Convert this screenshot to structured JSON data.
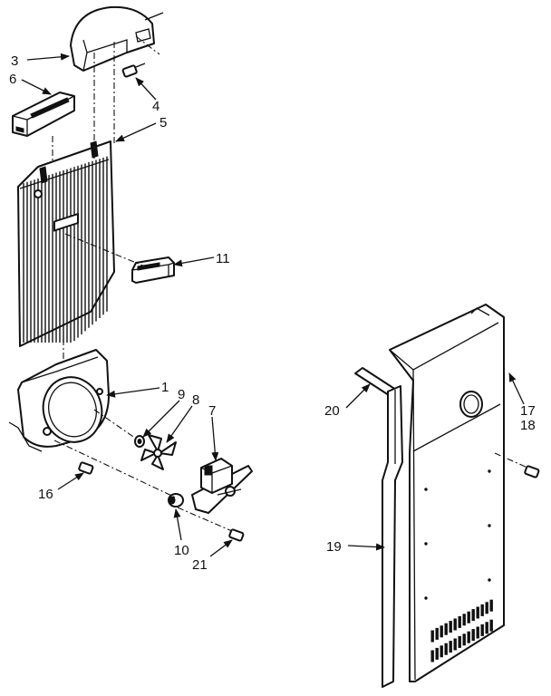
{
  "diagram": {
    "callouts": [
      {
        "id": "c3",
        "label": "3"
      },
      {
        "id": "c6",
        "label": "6"
      },
      {
        "id": "c4",
        "label": "4"
      },
      {
        "id": "c5",
        "label": "5"
      },
      {
        "id": "c11",
        "label": "11"
      },
      {
        "id": "c1",
        "label": "1"
      },
      {
        "id": "c9",
        "label": "9"
      },
      {
        "id": "c8",
        "label": "8"
      },
      {
        "id": "c7",
        "label": "7"
      },
      {
        "id": "c16",
        "label": "16"
      },
      {
        "id": "c10",
        "label": "10"
      },
      {
        "id": "c21",
        "label": "21"
      },
      {
        "id": "c20",
        "label": "20"
      },
      {
        "id": "c17",
        "label": "17"
      },
      {
        "id": "c18",
        "label": "18"
      },
      {
        "id": "c19",
        "label": "19"
      }
    ]
  }
}
